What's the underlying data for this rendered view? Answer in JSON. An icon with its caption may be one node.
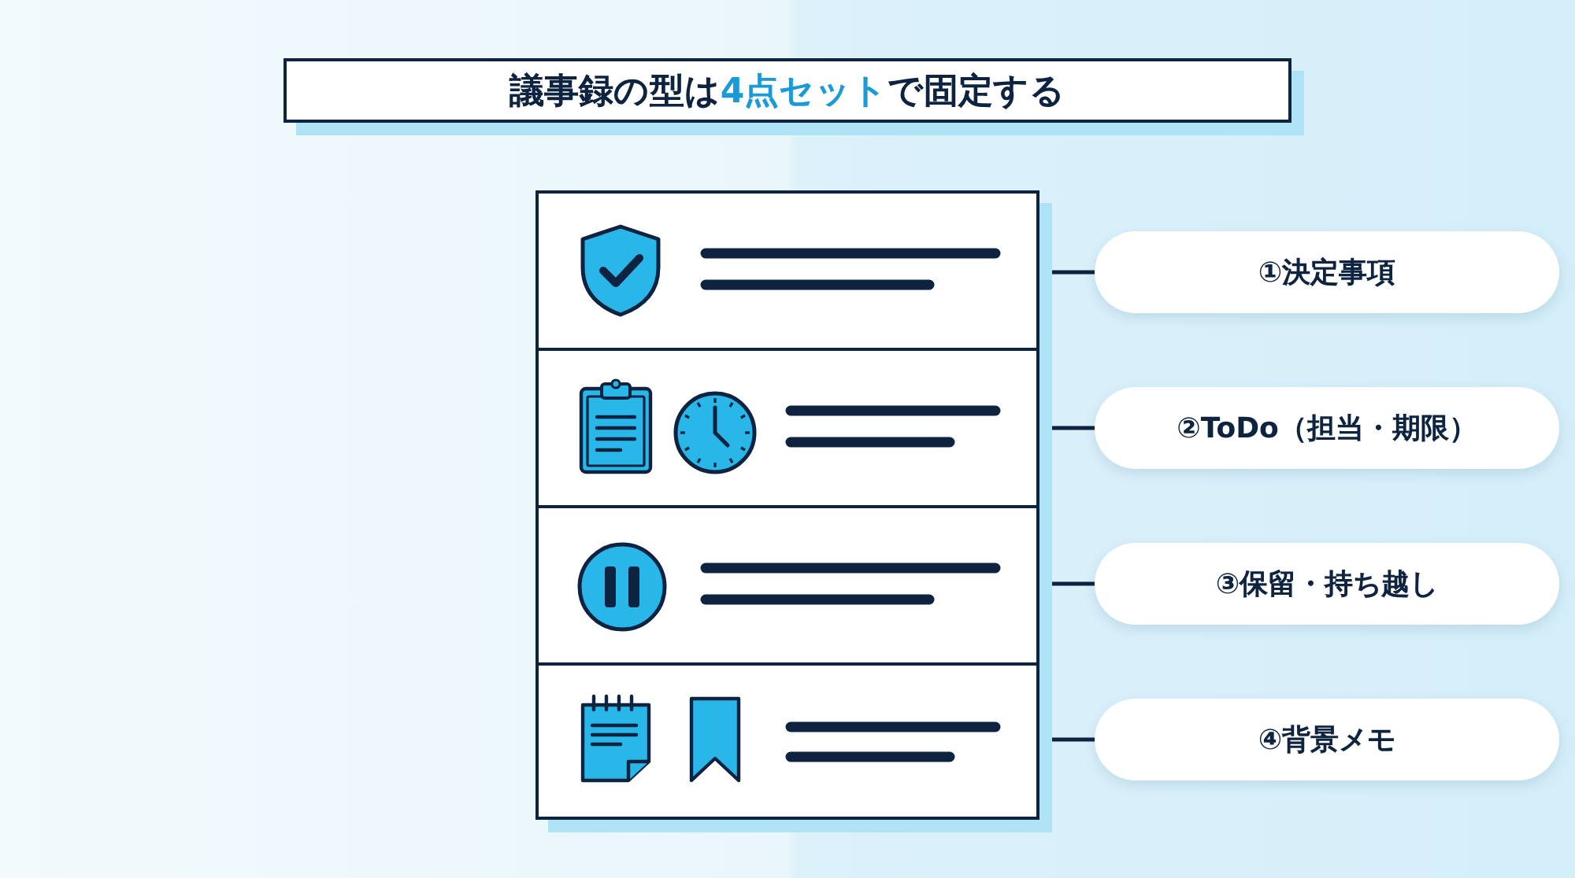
{
  "diagram": {
    "title": "議事録の型は**4点セット**で固定する",
    "nodes": [
      {
        "text": [],
        "shape": "box"
      },
      {
        "text": [],
        "shape": "box",
        "in": 0
      },
      {
        "text": [],
        "shape": "box",
        "in": 0
      },
      {
        "text": [],
        "shape": "box",
        "in": 0
      },
      {
        "text": [],
        "shape": "box",
        "in": 0
      },
      {
        "text": [
          "①決定事項"
        ]
      },
      {
        "text": [
          "②ToDo（担当・期限）"
        ]
      },
      {
        "text": [
          "③保留・持ち越し"
        ]
      },
      {
        "text": [
          "④背景メモ"
        ]
      }
    ],
    "edges": [
      {
        "from": 1,
        "to": 5,
        "arrow": "none"
      },
      {
        "from": 2,
        "to": 6,
        "arrow": "none"
      },
      {
        "from": 3,
        "to": 7,
        "arrow": "none"
      },
      {
        "from": 4,
        "to": 8,
        "arrow": "none"
      }
    ]
  }
}
